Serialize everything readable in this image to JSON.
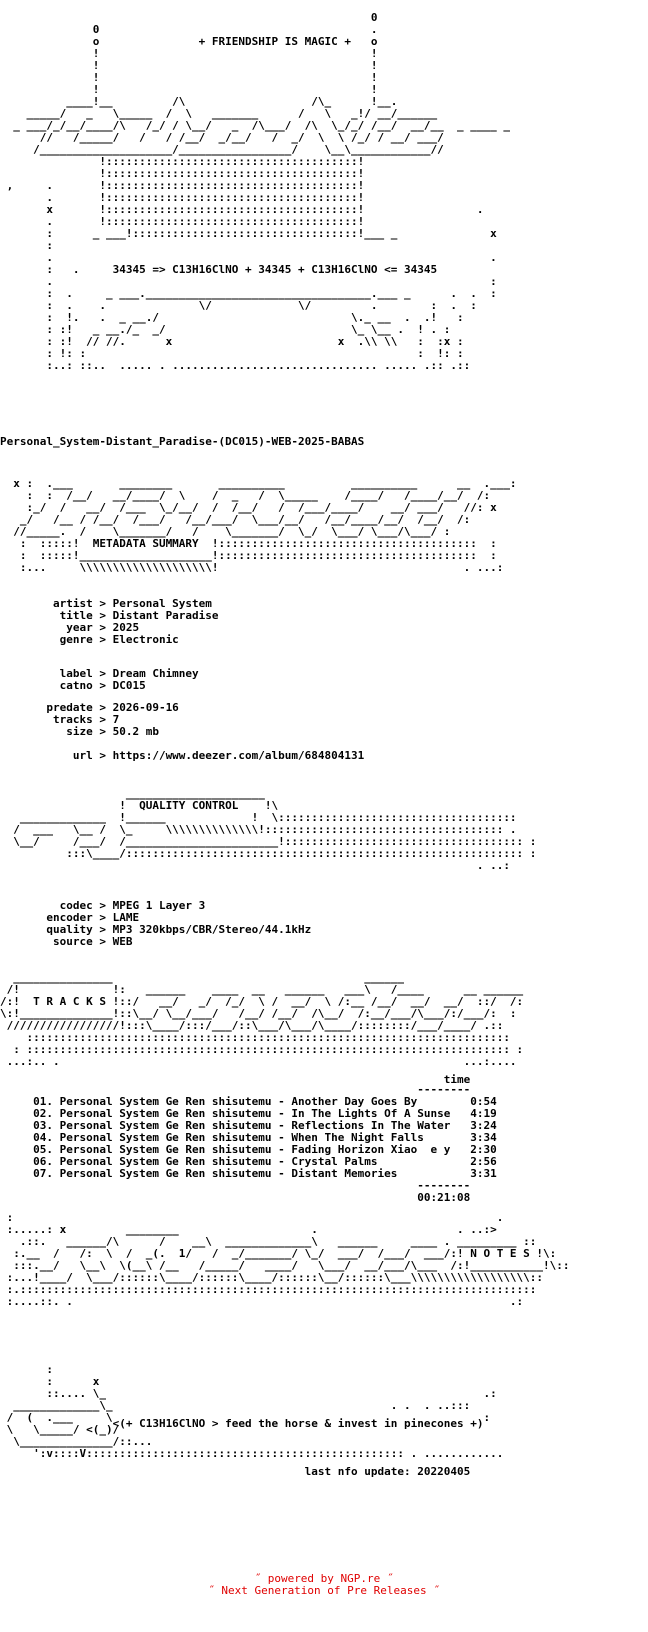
{
  "art": {
    "header": "                                                                              \n                                                        0                     \n              0                                         .                     \n              o               + FRIENDSHIP IS MAGIC +   o                     \n              !                                         !                     \n              !                                         !                     \n              !                                         !                     \n              !                                         !                     \n          ____!__         /\\                   /\\_      !__.                  \n    _____/   _   \\_____  /  \\   _______      /   \\   _!/ __/______            \n  _ ___/_/__/____/\\   /_/ / \\__/   _  /\\___/  /\\  \\_/_/ /__/  __/__  _ ____ _ \n      //   /_____/   /   / /__/  _/__/   /  _/  \\  \\ /_/ / __/ ___/          \n     /____________________/_________________/    \\__\\____________//           \n               !::::::::::::::::::::::::::::::::::::::!                       \n               !::::::::::::::::::::::::::::::::::::::!                       \n ,     .       !::::::::::::::::::::::::::::::::::::::!                       \n       .       !::::::::::::::::::::::::::::::::::::::!                       \n       x       !::::::::::::::::::::::::::::::::::::::!                 .     \n       .       !::::::::::::::::::::::::::::::::::::::!                       \n       :      _ ___!::::::::::::::::::::::::::::::::::!___ _              x   \n       :                                                                      \n       .                                                                  .   \n       :   .     34345 => C13H16ClNO + 34345 + C13H16ClNO <= 34345             \n       .                                                                  :   \n       :  .     _ ___.__________________________________.___ _      .  .  :   \n       :  .    .              \\/             \\/         .        :  .  :   \n       :  !.   .  _ __./                             \\._ __  .  .!   :   \n       : :!   _ __./_  _/                            \\_ \\__ .  ! . :   \n       : :!  // //.      x                         x  .\\\\ \\\\   :  :x :   \n       : !: :                                                  :  !: :   \n       :..: ::..  ..... . ............................... ..... .:: .::  \n",
    "mid": "\n  x :  .___       ________       __________          __________      __  .___:  \n    :  :  /__/   __/____/  \\    /  _   /  \\_____    /____/   /____/__/  /:  \n    :_/  /   __/  /___  \\_/__/  /  /__/   /  /___/____/    __/ ___/   //: x \n   _/   /__ / /__/  /___/   /__/___/  \\___/__/   /__/____/__/  /__/  /:   \n  //_____.  /    \\_______/   /    \\_______/  \\_/  \\___/ \\___/\\___/ :  \n   :  :::::!  METADATA SUMMARY  !:::::::::::::::::::::::::::::::::::::::  : \n   :  :::::!____________________!:::::::::::::::::::::::::::::::::::::::  : \n   :...     \\\\\\\\\\\\\\\\\\\\\\\\\\\\\\\\\\\\\\\\!                                     . ...: \n",
    "qc": "\n                   _____________________                                      \n                  !  QUALITY CONTROL    !\\                                     \n   _____________  !______             !  \\:::::::::::::::::::::::::::::::::::: \n  /  ___   \\__ /  \\_     \\\\\\\\\\\\\\\\\\\\\\\\\\\\!:::::::::::::::::::::::::::::::::::: . \n  \\__/     /___/  /_______________________!:::::::::::::::::::::::::::::::::::: : \n          :::\\____/:::::::::::::::::::::::::::::::::::::::::::::::::::::::::::: : \n                                                                        . ..: \n",
    "tracksBanner": "\n  _______________                                      ______                  \n /!              !:   ______    ____  __   ______   ___\\   /____      __ ______ \n/:!  T R A C K S !::/   __/   _/  /_/  \\ /  __/  \\ /:__ /__/  __/  __/  ::/  /:\n\\:!______________!::\\__/ \\__/___/   /__/ /__/  /\\__/  /:__/___/\\___/:/___/:  :\n /////////////////!:::\\____/:::/___/::\\___/\\___/\\____/::::::::/___/____/ .::  \n    :::::::::::::::::::::::::::::::::::::::::::::::::::::::::::::::::::::::::  \n  : ::::::::::::::::::::::::::::::::::::::::::::::::::::::::::::::::::::::::: :\n ...:.. .                                                             ...:....\n",
    "notes": "\n :                                                                         .\n :.....: x         ________                    .                     . ..:>\n   .::.   ______/\\      /    __\\  _____________\\   ______     ____ . _________ ::\n  :.__  /   /:  \\  /  _(.  1/   /  _/_______/ \\_/  ___/  /___/  ___/:! N O T E S !\\:\n  :::.__/   \\__\\  \\(__\\ /__   /_____/   ____/   \\___/  __/___/\\___  /:!___________!\\::\n :...!____/  \\___/::::::\\____/::::::\\____/::::::\\__/::::::\\___\\\\\\\\\\\\\\\\\\\\\\\\\\\\\\\\\\\\::\n :.::::::::::::::::::::::::::::::::::::::::::::::::::::::::::::::::::::::::::::::\n :....::. .                                                                  .:\n",
    "bottomArt": "       :                                                                      \n       :      x                                                               \n       ::.... \\_                                                         .:   \n  _____________\\_                                          . .  . ..:::   \n /  (  .___     \\                                                        :   \n \\   \\_____/ <(_)/                                                           \n  \\______________/::...                                                     \n     ':v::::V:::::::::::::::::::::::::::::::::::::::::::::::: . ............"
  },
  "meta": {
    "release": "Personal_System-Distant_Paradise-(DC015)-WEB-2025-BABAS",
    "artist": "        artist > Personal System",
    "title": "         title > Distant Paradise",
    "year": "          year > 2025",
    "genre": "         genre > Electronic",
    "label": "         label > Dream Chimney",
    "catno": "         catno > DC015",
    "predate": "       predate > 2026-09-16",
    "tracks": "        tracks > 7",
    "size": "          size > 50.2 mb",
    "url": "           url > https://www.deezer.com/album/684804131"
  },
  "quality": {
    "codec": "         codec > MPEG 1 Layer 3",
    "encoder": "       encoder > LAME",
    "quality": "       quality > MP3 320kbps/CBR/Stereo/44.1kHz",
    "source": "        source > WEB"
  },
  "tracklist": {
    "time_header": "                                                                   time",
    "rule_top": "                                                               --------",
    "items": [
      "     01. Personal System Ge Ren shisutemu - Another Day Goes By        0:54",
      "     02. Personal System Ge Ren shisutemu - In The Lights Of A Sunse   4:19",
      "     03. Personal System Ge Ren shisutemu - Reflections In The Water   3:24",
      "     04. Personal System Ge Ren shisutemu - When The Night Falls       3:34",
      "     05. Personal System Ge Ren shisutemu - Fading Horizon Xiao  e y   2:30",
      "     06. Personal System Ge Ren shisutemu - Crystal Palms              2:56",
      "     07. Personal System Ge Ren shisutemu - Distant Memories           3:31"
    ],
    "rule_bottom": "                                                               --------",
    "total": "                                                               00:21:08"
  },
  "slogan": "                 <(+ C13H16ClNO > feed the horse & invest in pinecones +)",
  "last_update": "                                              last nfo update: 20220405",
  "footer": {
    "line1": "˝ powered by NGP.re ˝",
    "line2": "˝ Next Generation of Pre Releases ˝"
  },
  "colors": {
    "text": "#000000",
    "footer": "#e00000",
    "background": "#ffffff"
  }
}
